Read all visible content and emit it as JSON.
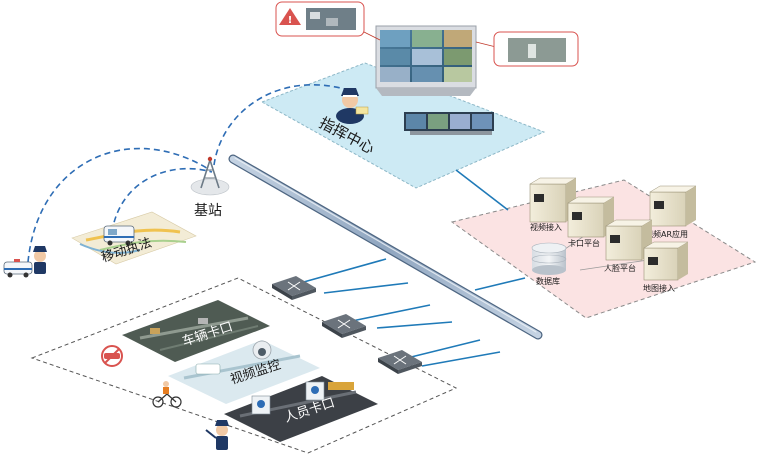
{
  "zones": {
    "command_center": "指挥中心",
    "base_station": "基站",
    "mobile_enforcement": "移动执法",
    "vehicle_checkpoint": "车辆卡口",
    "video_surveillance": "视频监控",
    "personnel_checkpoint": "人员卡口"
  },
  "servers": {
    "video_access": "视频接入",
    "checkpoint_platform": "卡口平台",
    "video_ar": "视频AR应用",
    "database": "数据库",
    "face_platform": "人脸平台",
    "map_access": "地图接入"
  },
  "colors": {
    "command_zone": "#cdeaf4",
    "server_zone": "#fbe3e3",
    "backbone": "#9db0c6",
    "link": "#1f7ab8",
    "wireless": "#2e6db5"
  }
}
